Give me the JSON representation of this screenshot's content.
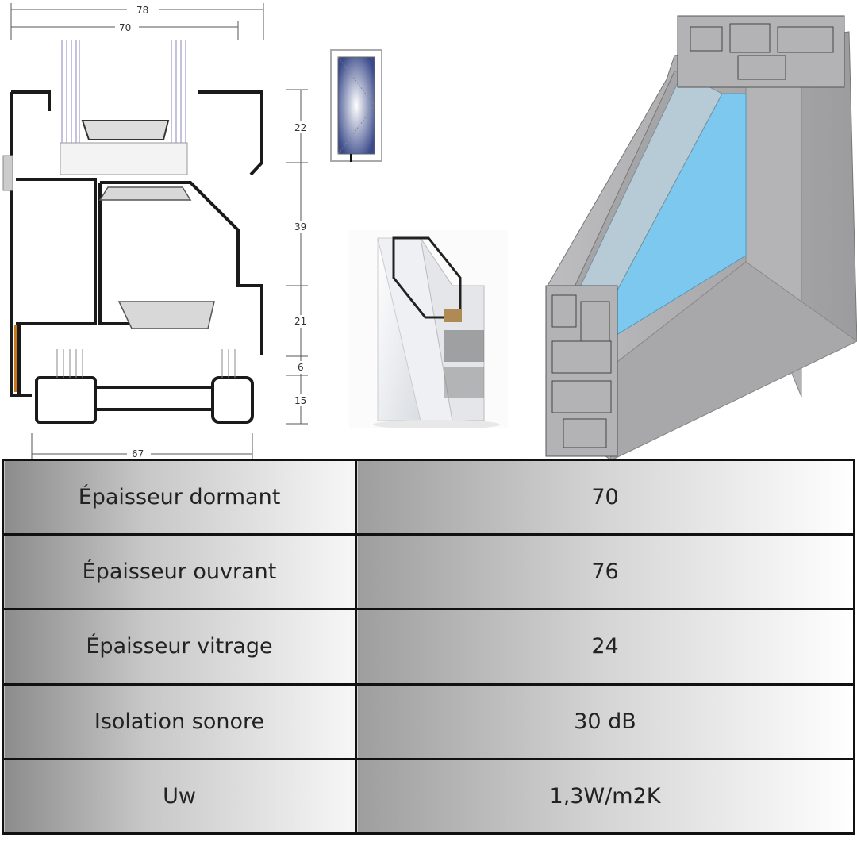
{
  "drawing": {
    "dimensions": {
      "top_outer": "78",
      "top_inner": "70",
      "bottom": "67",
      "right_1": "22",
      "right_2": "39",
      "right_3": "21",
      "right_4": "6",
      "right_5": "15"
    }
  },
  "specs": [
    {
      "label": "Épaisseur dormant",
      "value": "70"
    },
    {
      "label": "Épaisseur ouvrant",
      "value": "76"
    },
    {
      "label": "Épaisseur vitrage",
      "value": "24"
    },
    {
      "label": "Isolation sonore",
      "value": "30 dB"
    },
    {
      "label": "Uw",
      "value": "1,3W/m2K"
    }
  ],
  "colors": {
    "profile_outline": "#1a1a1a",
    "glass": "#7cc8ef",
    "aluminium": "#a9a9ab"
  }
}
